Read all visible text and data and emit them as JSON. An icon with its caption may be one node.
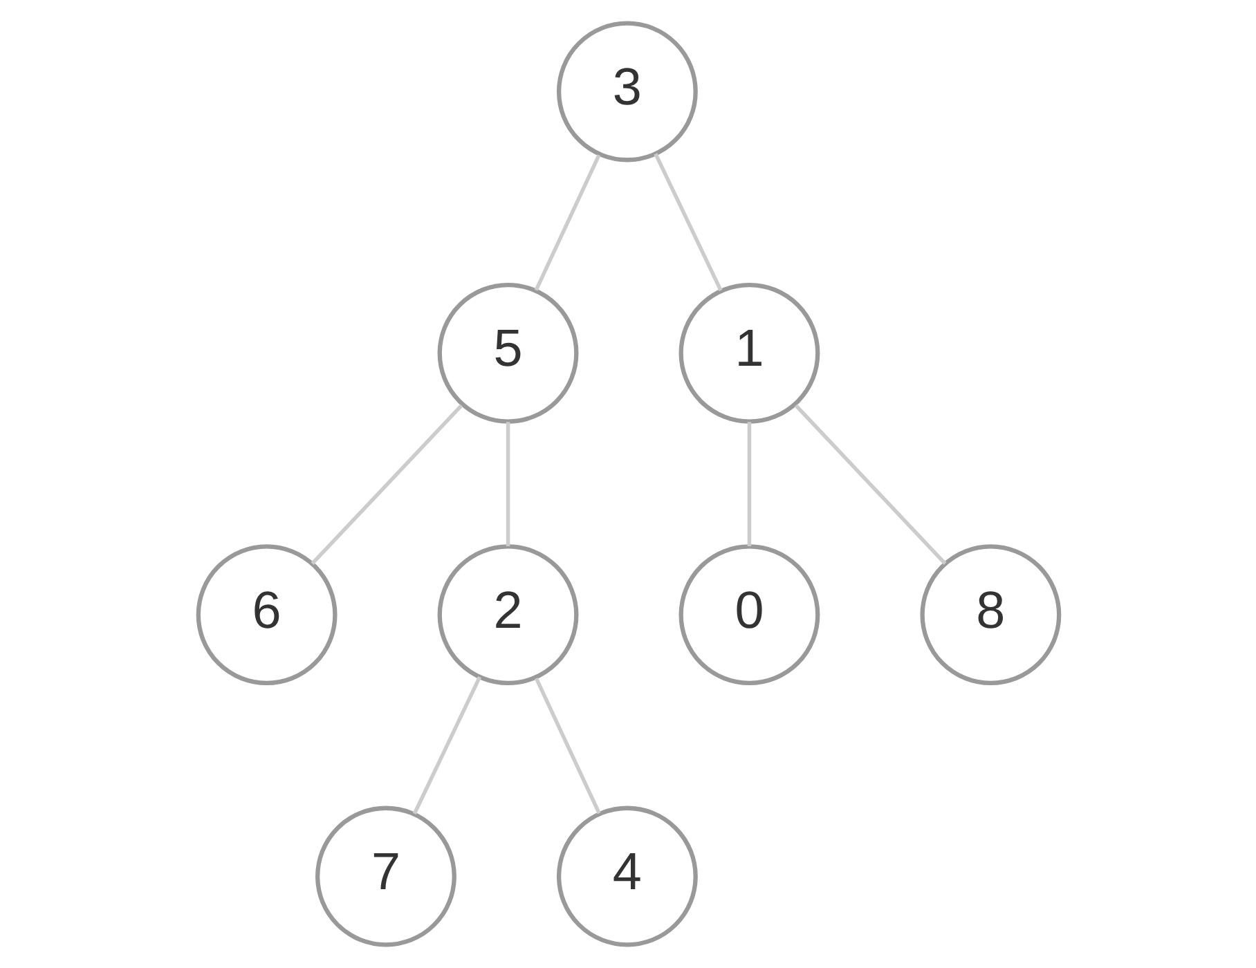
{
  "diagram": {
    "nodes": [
      {
        "text": [
          "3"
        ]
      },
      {
        "text": [
          "5"
        ]
      },
      {
        "text": [
          "1"
        ]
      },
      {
        "text": [
          "6"
        ]
      },
      {
        "text": [
          "2"
        ]
      },
      {
        "text": [
          "0"
        ]
      },
      {
        "text": [
          "8"
        ]
      },
      {
        "text": [
          "7"
        ]
      },
      {
        "text": [
          "4"
        ]
      }
    ],
    "edges": [
      {
        "from": 0,
        "to": 1,
        "arrow": "none"
      },
      {
        "from": 0,
        "to": 2,
        "arrow": "none"
      },
      {
        "from": 1,
        "to": 3,
        "arrow": "none"
      },
      {
        "from": 1,
        "to": 4,
        "arrow": "none"
      },
      {
        "from": 2,
        "to": 5,
        "arrow": "none"
      },
      {
        "from": 2,
        "to": 6,
        "arrow": "none"
      },
      {
        "from": 4,
        "to": 7,
        "arrow": "none"
      },
      {
        "from": 4,
        "to": 8,
        "arrow": "none"
      }
    ]
  }
}
